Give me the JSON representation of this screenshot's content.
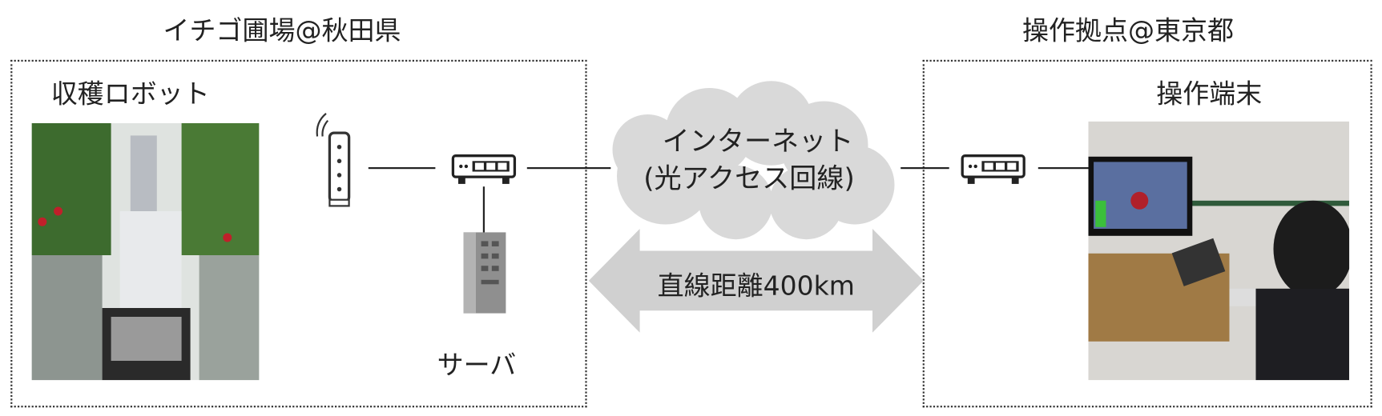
{
  "farm_site": {
    "title": "イチゴ圃場@秋田県",
    "robot_label": "収穫ロボット",
    "server_label": "サーバ"
  },
  "network": {
    "cloud_line1": "インターネット",
    "cloud_line2": "(光アクセス回線)",
    "distance_label": "直線距離400km"
  },
  "operator_site": {
    "title": "操作拠点@東京都",
    "terminal_label": "操作端末"
  },
  "colors": {
    "cloud": "#d9d9d9",
    "arrow": "#d0d0d0",
    "line": "#222222"
  }
}
